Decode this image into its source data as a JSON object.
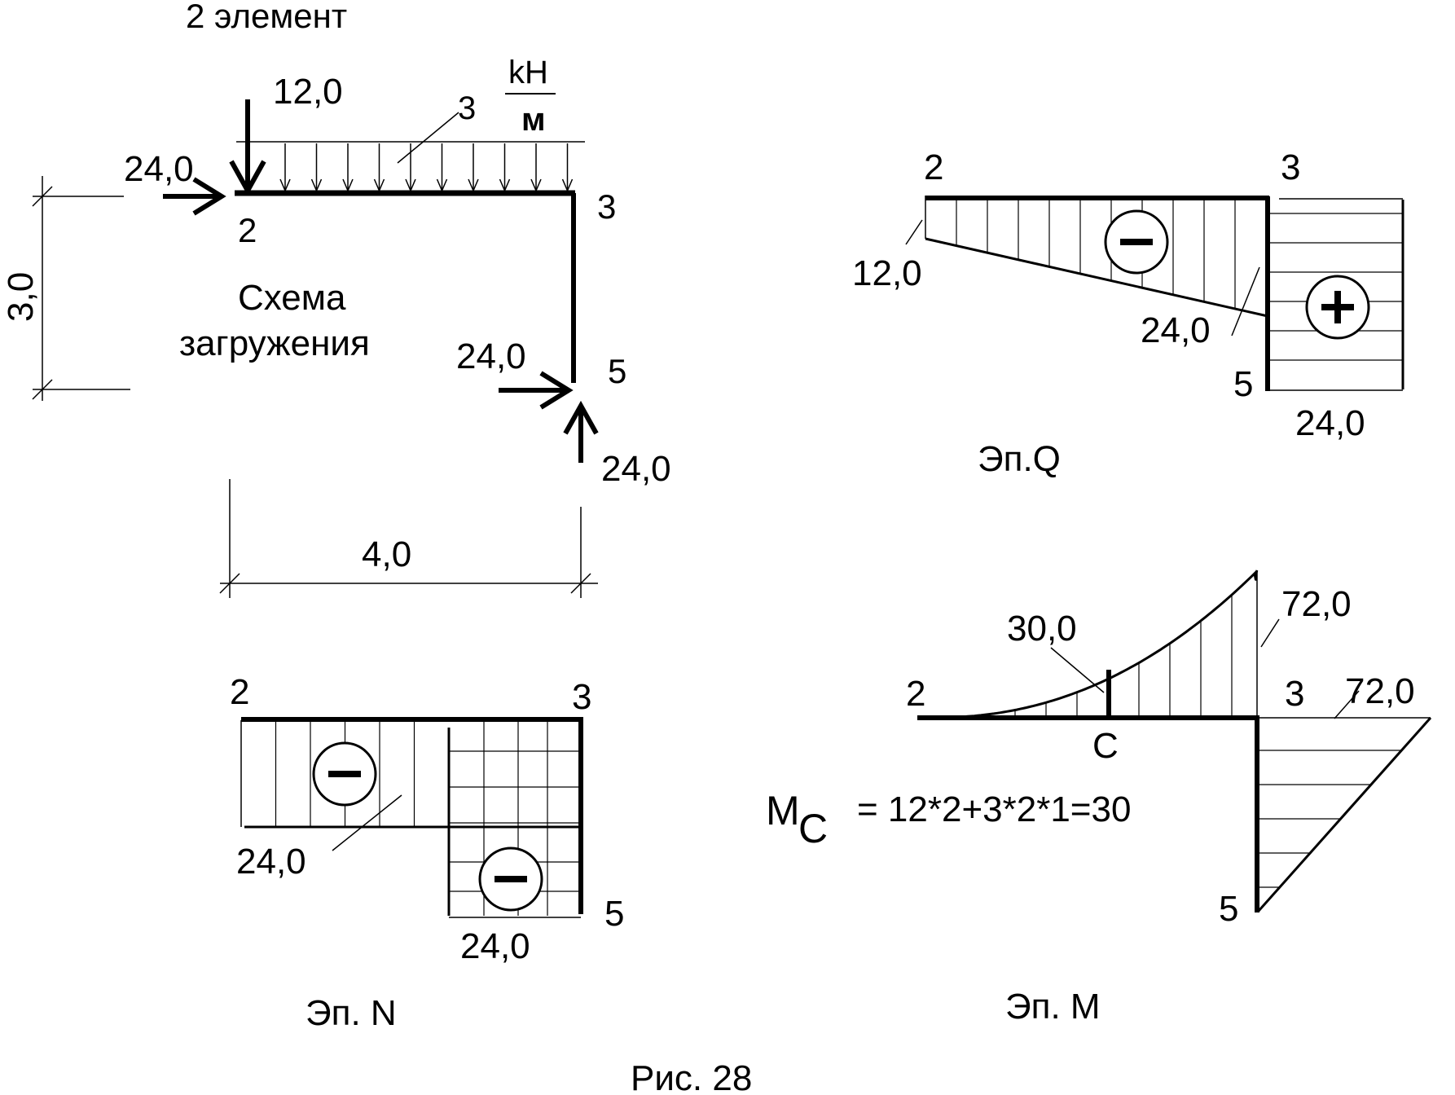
{
  "element_title": "2 элемент",
  "scheme": {
    "label_line1": "Схема",
    "label_line2": "загружения",
    "node_2": "2",
    "node_3": "3",
    "node_5": "5",
    "force_top": "12,0",
    "force_left": "24,0",
    "force_right": "24,0",
    "reaction_up": "24,0",
    "q_value": "3",
    "q_unit_num": "kH",
    "q_unit_den": "м",
    "dim_vertical": "3,0",
    "dim_horizontal": "4,0"
  },
  "ep_q": {
    "title": "Эп.Q",
    "node_2": "2",
    "node_3": "3",
    "node_5": "5",
    "val_left": "12,0",
    "val_mid": "24,0",
    "val_bottom": "24,0"
  },
  "ep_n": {
    "title": "Эп. N",
    "node_2": "2",
    "node_3": "3",
    "node_5": "5",
    "val_left": "24,0",
    "val_bottom": "24,0"
  },
  "ep_m": {
    "title": "Эп. M",
    "node_2": "2",
    "node_3": "3",
    "node_5": "5",
    "node_c": "C",
    "val_c": "30,0",
    "val_top": "72,0",
    "val_right": "72,0",
    "formula_m": "M",
    "formula_sub": "C",
    "formula_rest": "= 12*2+3*2*1=30"
  },
  "figure_caption": "Рис. 28",
  "colors": {
    "ink": "#000000",
    "paper": "#ffffff"
  }
}
